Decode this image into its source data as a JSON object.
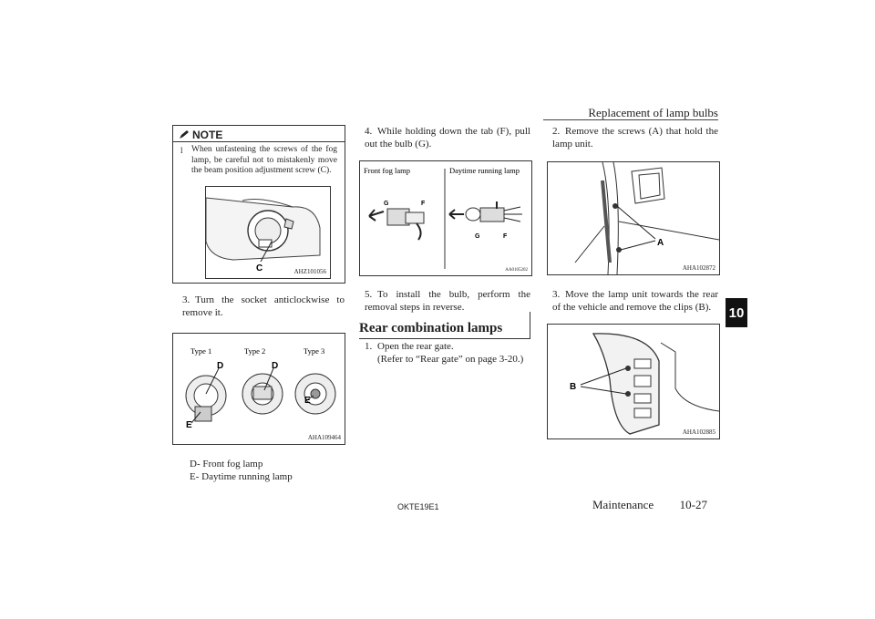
{
  "header": {
    "title": "Replacement of lamp bulbs",
    "chapter_tab": "10"
  },
  "note": {
    "badge": "NOTE",
    "bullet": "l",
    "text": "When unfastening the screws of the fog lamp, be careful not to mistakenly move the beam position adjustment screw (C).",
    "figure": {
      "code": "AHZ101056",
      "callout": "C"
    }
  },
  "col1": {
    "step3": {
      "num": "3.",
      "text": "Turn the socket anticlockwise to remove it."
    },
    "figure": {
      "code": "AHA109464",
      "types": [
        "Type 1",
        "Type 2",
        "Type 3"
      ],
      "callout_d": "D",
      "callout_e": "E"
    },
    "legend": [
      "D- Front fog lamp",
      "E- Daytime running lamp"
    ]
  },
  "col2": {
    "step4": {
      "num": "4.",
      "text": "While holding down the tab (F), pull out the bulb (G)."
    },
    "figure": {
      "code": "AA0105202",
      "label_left": "Front fog lamp",
      "label_right": "Daytime running lamp",
      "callout_f": "F",
      "callout_g": "G"
    },
    "step5": {
      "num": "5.",
      "text": "To install the bulb, perform the removal steps in reverse."
    },
    "section_heading": "Rear combination lamps",
    "step1": {
      "num": "1.",
      "text": "Open the rear gate.",
      "ref": "(Refer to “Rear gate” on page 3-20.)"
    }
  },
  "col3": {
    "step2": {
      "num": "2.",
      "text": "Remove the screws (A) that hold the lamp unit."
    },
    "figure1": {
      "code": "AHA102872",
      "callout": "A"
    },
    "step3": {
      "num": "3.",
      "text": "Move the lamp unit towards the rear of the vehicle and remove the clips (B)."
    },
    "figure2": {
      "code": "AHA102885",
      "callout": "B"
    }
  },
  "footer": {
    "code": "OKTE19E1",
    "section": "Maintenance",
    "page": "10-27"
  }
}
